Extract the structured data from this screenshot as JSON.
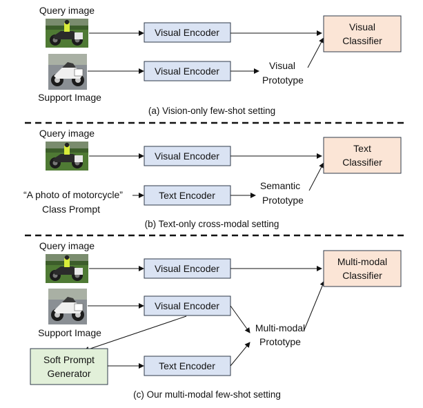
{
  "sections": {
    "a": {
      "query_label": "Query image",
      "support_label": "Support Image",
      "encoder1": "Visual Encoder",
      "encoder2": "Visual Encoder",
      "prototype": [
        "Visual",
        "Prototype"
      ],
      "classifier": [
        "Visual",
        "Classifier"
      ],
      "caption": "(a) Vision-only few-shot setting"
    },
    "b": {
      "query_label": "Query image",
      "prompt_text": "“A photo of motorcycle”",
      "prompt_label": "Class Prompt",
      "encoder1": "Visual Encoder",
      "encoder2": "Text Encoder",
      "prototype": [
        "Semantic",
        "Prototype"
      ],
      "classifier": [
        "Text",
        "Classifier"
      ],
      "caption": "(b) Text-only cross-modal setting"
    },
    "c": {
      "query_label": "Query image",
      "support_label": "Support Image",
      "encoder1": "Visual Encoder",
      "encoder2": "Visual Encoder",
      "encoder3": "Text Encoder",
      "generator": [
        "Soft Prompt",
        "Generator"
      ],
      "prototype": [
        "Multi-modal",
        "Prototype"
      ],
      "classifier": [
        "Multi-modal",
        "Classifier"
      ],
      "caption": "(c) Our multi-modal few-shot setting"
    }
  },
  "colors": {
    "encoder_fill": "#dae3f3",
    "classifier_fill": "#fbe5d6",
    "generator_fill": "#e2f0d9",
    "box_stroke": "#2f3a4a"
  }
}
